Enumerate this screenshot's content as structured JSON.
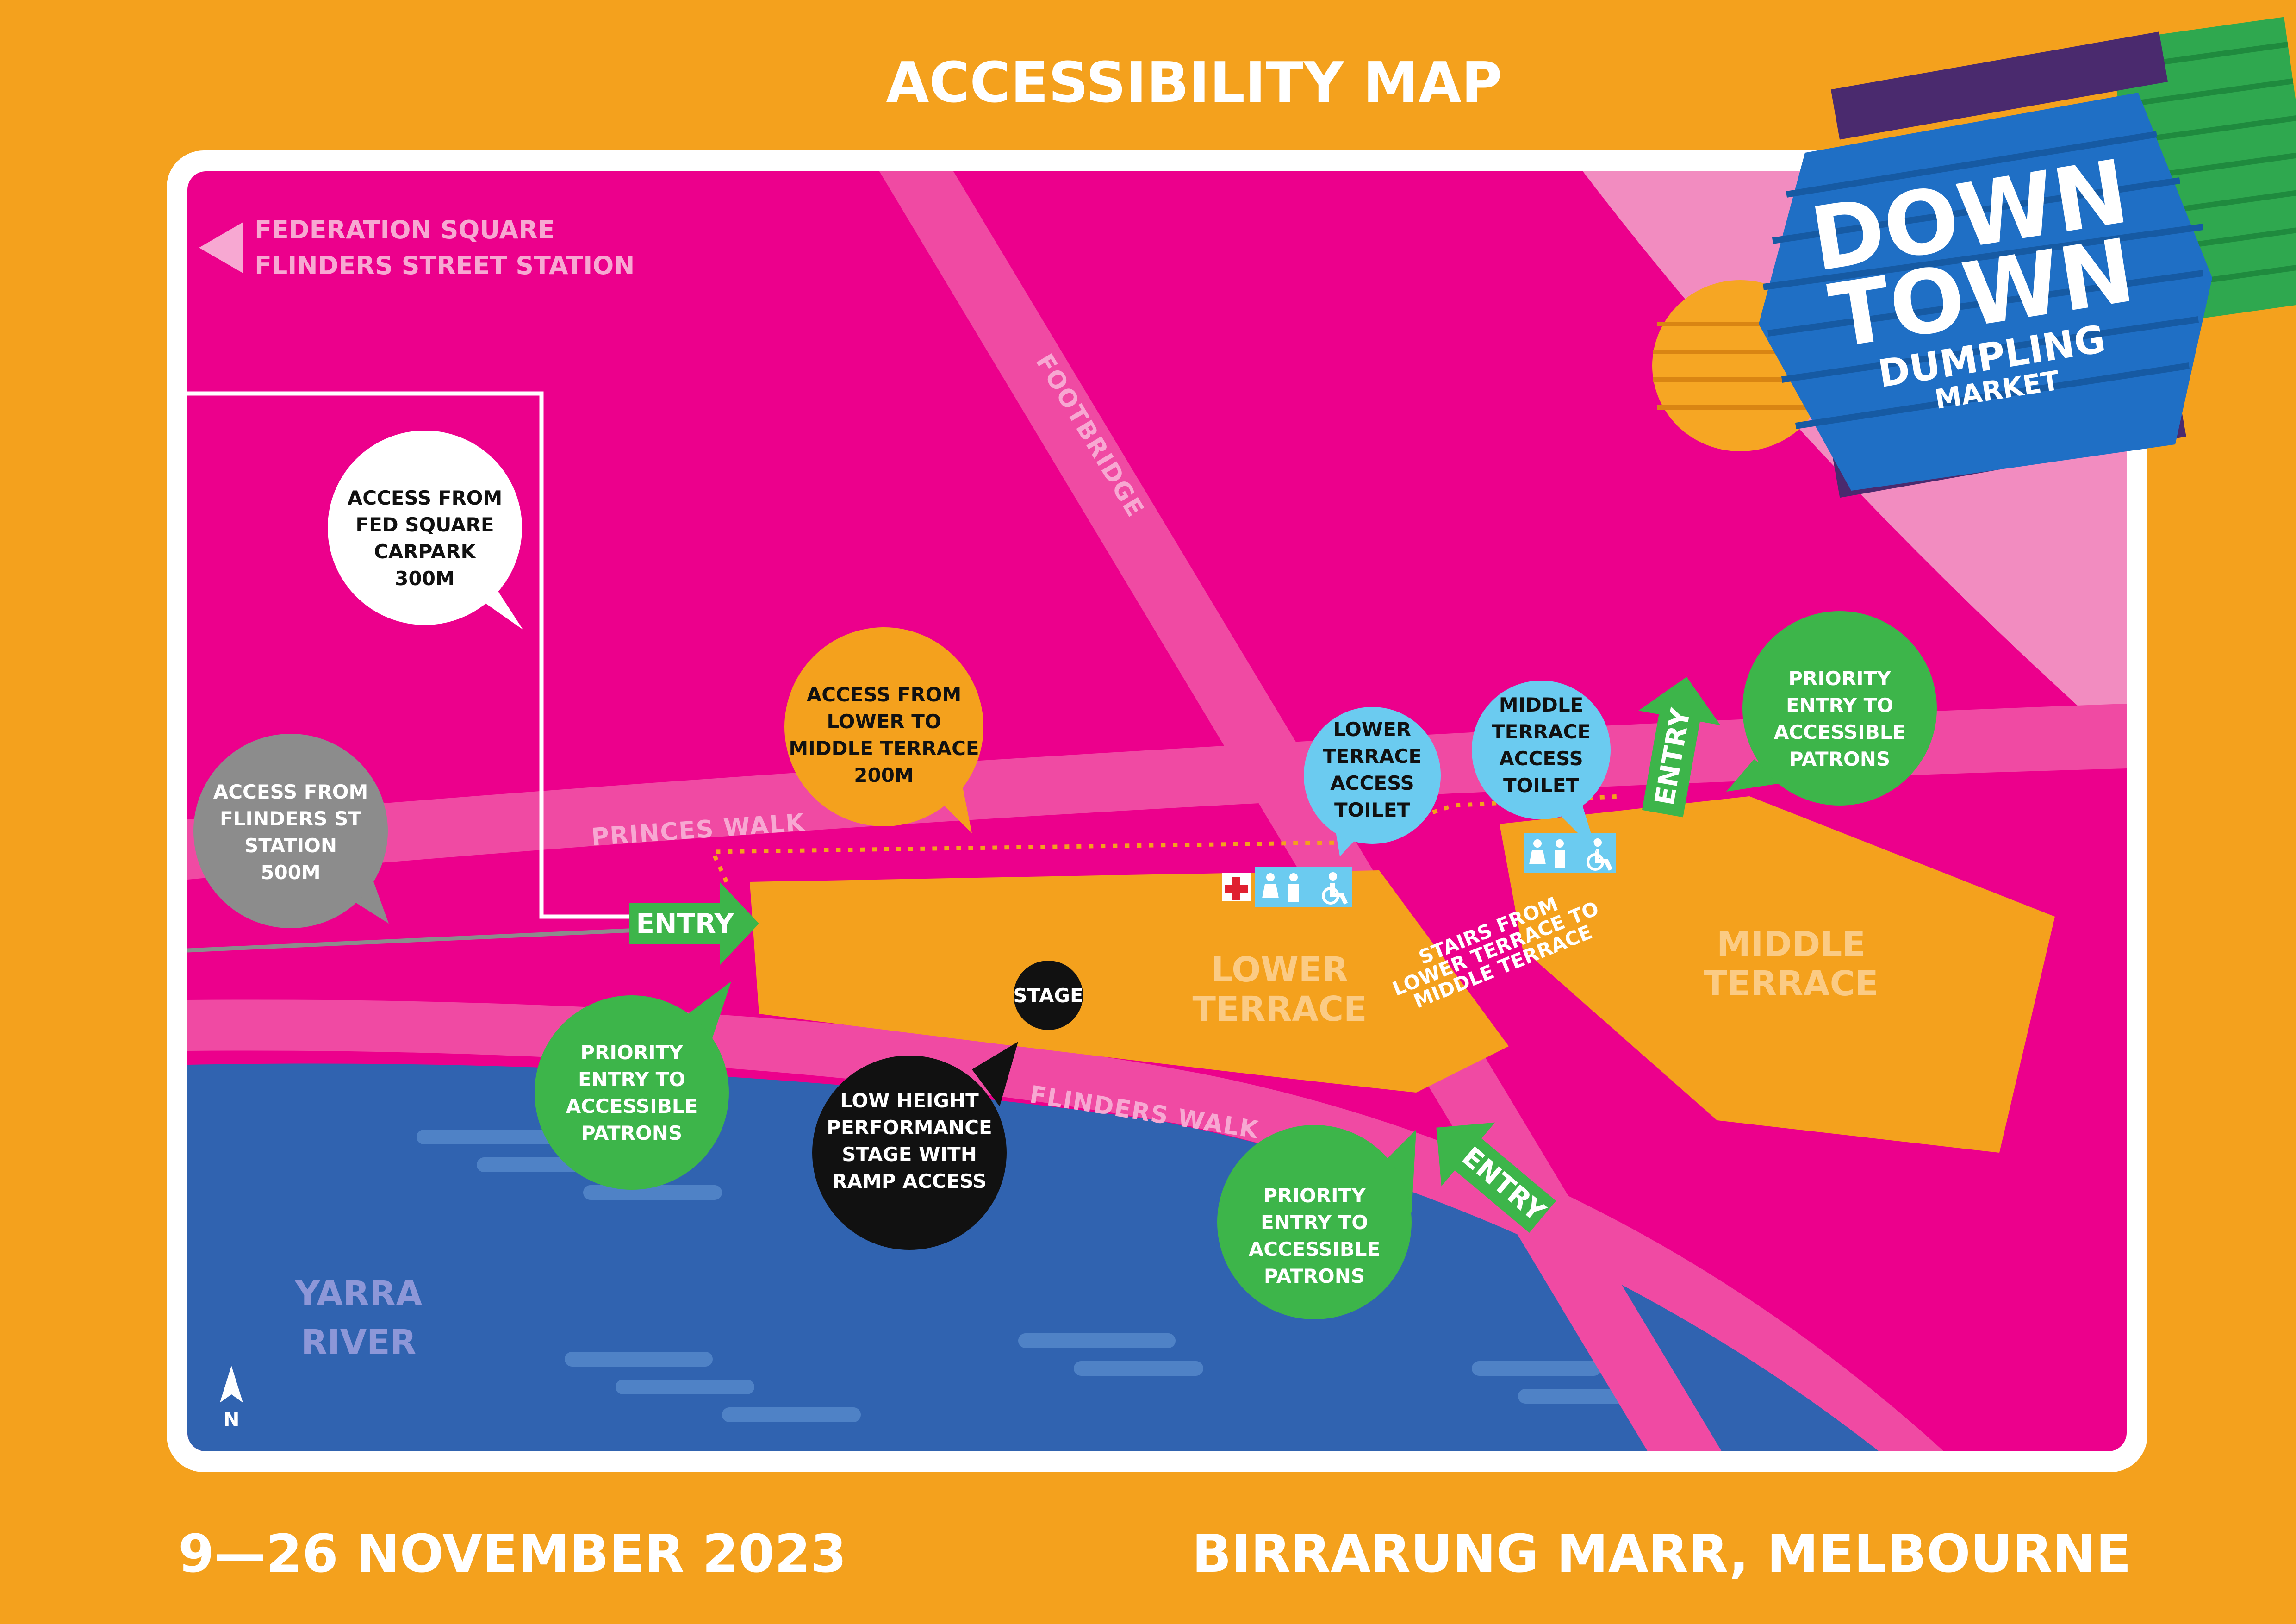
{
  "header": {
    "title": "ACCESSIBILITY MAP"
  },
  "footer": {
    "dates": "9—26 NOVEMBER 2023",
    "location": "BIRRARUNG MARR, MELBOURNE"
  },
  "brand": {
    "line1": "DOWN",
    "line2": "TOWN",
    "line3": "DUMPLING",
    "line4": "MARKET"
  },
  "direction": {
    "line1": "FEDERATION SQUARE",
    "line2": "FLINDERS STREET STATION"
  },
  "roads": {
    "footbridge": "FOOTBRIDGE",
    "princes_walk": "PRINCES WALK",
    "flinders_walk": "FLINDERS WALK"
  },
  "areas": {
    "lower_terrace": [
      "LOWER",
      "TERRACE"
    ],
    "middle_terrace": [
      "MIDDLE",
      "TERRACE"
    ],
    "river": [
      "YARRA",
      "RIVER"
    ],
    "stage": "STAGE",
    "stairs": [
      "STAIRS FROM",
      "LOWER TERRACE TO",
      "MIDDLE TERRACE"
    ]
  },
  "entries": {
    "label": "ENTRY"
  },
  "bubbles": {
    "fed_square": [
      "ACCESS FROM",
      "FED SQUARE",
      "CARPARK",
      "300M"
    ],
    "flinders_station": [
      "ACCESS FROM",
      "FLINDERS ST",
      "STATION",
      "500M"
    ],
    "lower_to_middle": [
      "ACCESS FROM",
      "LOWER TO",
      "MIDDLE TERRACE",
      "200M"
    ],
    "lower_toilet": [
      "LOWER",
      "TERRACE",
      "ACCESS",
      "TOILET"
    ],
    "middle_toilet": [
      "MIDDLE",
      "TERRACE",
      "ACCESS",
      "TOILET"
    ],
    "priority_left": [
      "PRIORITY",
      "ENTRY TO",
      "ACCESSIBLE",
      "PATRONS"
    ],
    "priority_bottom": [
      "PRIORITY",
      "ENTRY TO",
      "ACCESSIBLE",
      "PATRONS"
    ],
    "priority_right": [
      "PRIORITY",
      "ENTRY TO",
      "ACCESSIBLE",
      "PATRONS"
    ],
    "stage_note": [
      "LOW HEIGHT",
      "PERFORMANCE",
      "STAGE WITH",
      "RAMP ACCESS"
    ]
  },
  "compass": {
    "label": "N"
  },
  "colors": {
    "background": "#F4A11D",
    "map": "#EC008C",
    "river": "#3063B0",
    "path": "#F04AA3",
    "terrace": "#F4A11D",
    "entry": "#3DB54A",
    "toilet": "#6BCBF0",
    "grey": "#8C8C8C"
  }
}
